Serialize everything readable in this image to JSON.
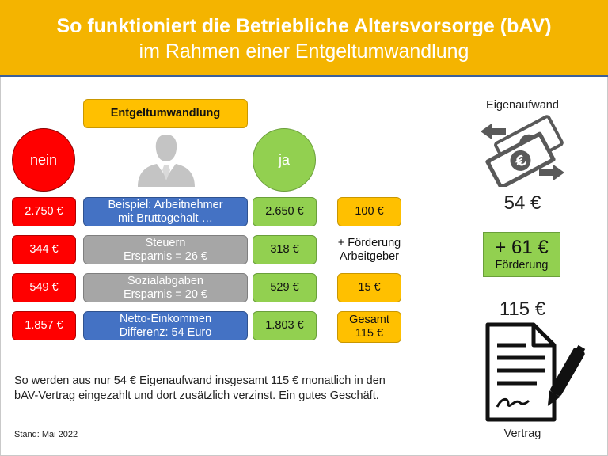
{
  "header": {
    "title": "So funktioniert die Betriebliche Altersvorsorge (bAV)",
    "subtitle": "im Rahmen einer Entgeltumwandlung"
  },
  "entgelt_label": "Entgeltumwandlung",
  "circle_no": "nein",
  "circle_yes": "ja",
  "rows": [
    {
      "left": "2.750  €",
      "middle_l1": "Beispiel: Arbeitnehmer",
      "middle_l2": "mit Bruttogehalt …",
      "right": "2.650 €"
    },
    {
      "left": "344  €",
      "middle_l1": "Steuern",
      "middle_l2": "Ersparnis = 26 €",
      "right": "318  €"
    },
    {
      "left": "549  €",
      "middle_l1": "Sozialabgaben",
      "middle_l2": "Ersparnis = 20 €",
      "right": "529  €"
    },
    {
      "left": "1.857  €",
      "middle_l1": "Netto-Einkommen",
      "middle_l2": "Differenz: 54 Euro",
      "right": "1.803  €"
    }
  ],
  "employer": {
    "box1": "100 €",
    "label_l1": "+ Förderung",
    "label_l2": "Arbeitgeber",
    "box2": "15 €",
    "total_l1": "Gesamt",
    "total_l2": "115 €"
  },
  "right_panel": {
    "eigenaufwand_label": "Eigenaufwand",
    "eigenaufwand_value": "54 €",
    "foerderung_value": "+ 61 €",
    "foerderung_label": "Förderung",
    "total_value": "115 €",
    "vertrag_label": "Vertrag"
  },
  "summary_l1": "So werden aus nur 54 € Eigenaufwand insgesamt 115 € monatlich in den",
  "summary_l2": "bAV-Vertrag eingezahlt und dort zusätzlich verzinst. Ein gutes Geschäft.",
  "footnote": "Stand: Mai 2022",
  "colors": {
    "header": "#f4b400",
    "red": "#ff0000",
    "blue": "#4472c4",
    "gray": "#a6a6a6",
    "green": "#92d050",
    "yellow": "#ffc000"
  },
  "icons": [
    "person-silhouette-icon",
    "money-transfer-icon",
    "contract-pen-icon"
  ]
}
